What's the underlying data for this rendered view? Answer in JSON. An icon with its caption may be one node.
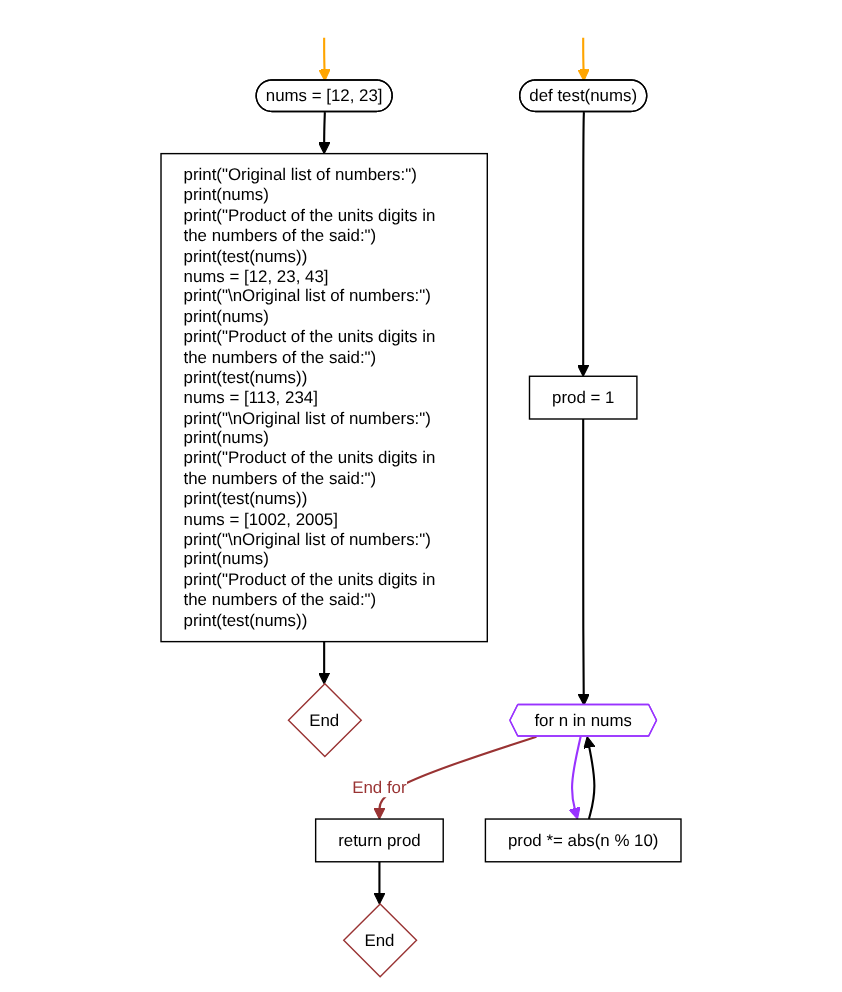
{
  "diagram": {
    "nodes": [
      {
        "text": [
          "nums = [12, 23]"
        ]
      },
      {
        "text": [
          "print(\"Original list of numbers:\")",
          "print(nums)",
          "print(\"Product of the units digits in the numbers of the said:\")",
          "print(test(nums))",
          "nums = [12, 23, 43]",
          "print(\"\\nOriginal list of numbers:\")",
          "print(nums)",
          "print(\"Product of the units digits in the numbers of the said:\")",
          "print(test(nums))",
          "nums = [113, 234]",
          "print(\"\\nOriginal list of numbers:\")",
          "print(nums)",
          "print(\"Product of the units digits in the numbers of the said:\")",
          "print(test(nums))",
          "nums = [1002, 2005]",
          "print(\"\\nOriginal list of numbers:\")",
          "print(nums)",
          "print(\"Product of the units digits in the numbers of the said:\")",
          "print(test(nums))"
        ]
      },
      {
        "text": [
          "End"
        ]
      },
      {
        "text": [
          "def test(nums)"
        ]
      },
      {
        "text": [
          "prod = 1"
        ]
      },
      {
        "text": [
          "for n in nums"
        ]
      },
      {
        "text": [
          "return prod"
        ]
      },
      {
        "text": [
          "prod *= abs(n % 10)"
        ]
      },
      {
        "text": [
          "End"
        ]
      }
    ],
    "edges": [
      {
        "from": null,
        "to": 0,
        "arrow": "to",
        "color": "#ffa500"
      },
      {
        "from": 0,
        "to": 1,
        "arrow": "to"
      },
      {
        "from": 1,
        "to": 2,
        "arrow": "to"
      },
      {
        "from": null,
        "to": 3,
        "arrow": "to",
        "color": "#ffa500"
      },
      {
        "from": 3,
        "to": 4,
        "arrow": "to"
      },
      {
        "from": 4,
        "to": 5,
        "arrow": "to"
      },
      {
        "from": 5,
        "to": 6,
        "arrow": "to",
        "label": "End for",
        "color": "#993333"
      },
      {
        "from": 5,
        "to": 7,
        "arrow": "to",
        "color": "#9933ff"
      },
      {
        "from": 7,
        "to": 5,
        "arrow": "to"
      },
      {
        "from": 6,
        "to": 8,
        "arrow": "to"
      }
    ]
  }
}
